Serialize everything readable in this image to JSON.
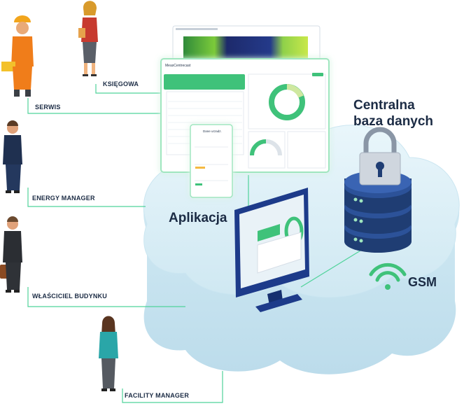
{
  "roles": [
    {
      "id": "ksiegowa",
      "label": "KSIĘGOWA"
    },
    {
      "id": "serwis",
      "label": "SERWIS"
    },
    {
      "id": "energy",
      "label": "ENERGY MANAGER"
    },
    {
      "id": "wlasciciel",
      "label": "WŁAŚCICIEL BUDYNKU"
    },
    {
      "id": "facility",
      "label": "FACILITY MANAGER"
    }
  ],
  "labels": {
    "application": "Aplikacja",
    "database_line1": "Centralna",
    "database_line2": "baza danych",
    "gsm": "GSM"
  },
  "colors": {
    "connector": "#4fd39a",
    "label_text": "#1b2b44",
    "cloud": "#dff1f8",
    "cloud_edge": "#c5e3ef",
    "server_dark": "#1f3d73",
    "server_mid": "#2c5299",
    "accent_green": "#3fc27a",
    "gsm_green": "#3fc27a",
    "monitor": "#1d3b8a"
  },
  "screens": {
    "app_name": "MeasCentrecast",
    "card_title": "Dane urzadz."
  }
}
